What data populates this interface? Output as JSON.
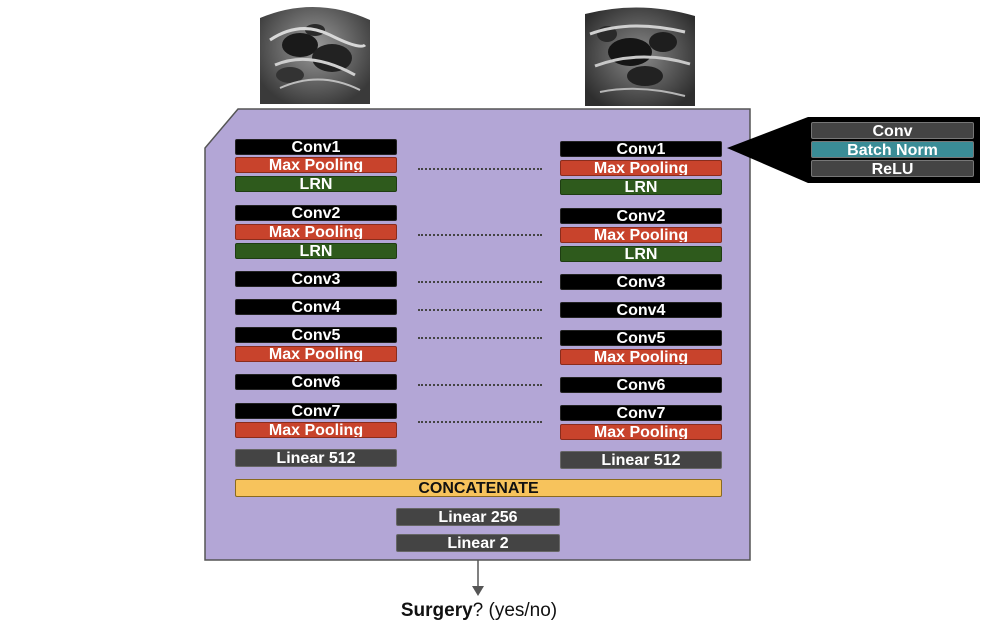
{
  "left_branch": [
    {
      "group": "block1",
      "layers": [
        "Conv1",
        "Max Pooling",
        "LRN"
      ]
    },
    {
      "group": "block2",
      "layers": [
        "Conv2",
        "Max Pooling",
        "LRN"
      ]
    },
    {
      "group": "block3",
      "layers": [
        "Conv3"
      ]
    },
    {
      "group": "block4",
      "layers": [
        "Conv4"
      ]
    },
    {
      "group": "block5",
      "layers": [
        "Conv5",
        "Max Pooling"
      ]
    },
    {
      "group": "block6",
      "layers": [
        "Conv6"
      ]
    },
    {
      "group": "block7",
      "layers": [
        "Conv7",
        "Max Pooling"
      ]
    },
    {
      "group": "fc",
      "layers": [
        "Linear 512"
      ]
    }
  ],
  "right_branch": [
    {
      "group": "block1",
      "layers": [
        "Conv1",
        "Max Pooling",
        "LRN"
      ]
    },
    {
      "group": "block2",
      "layers": [
        "Conv2",
        "Max Pooling",
        "LRN"
      ]
    },
    {
      "group": "block3",
      "layers": [
        "Conv3"
      ]
    },
    {
      "group": "block4",
      "layers": [
        "Conv4"
      ]
    },
    {
      "group": "block5",
      "layers": [
        "Conv5",
        "Max Pooling"
      ]
    },
    {
      "group": "block6",
      "layers": [
        "Conv6"
      ]
    },
    {
      "group": "block7",
      "layers": [
        "Conv7",
        "Max Pooling"
      ]
    },
    {
      "group": "fc",
      "layers": [
        "Linear 512"
      ]
    }
  ],
  "merge": {
    "concat_label": "CONCATENATE",
    "head": [
      "Linear 256",
      "Linear 2"
    ]
  },
  "callout": {
    "items": [
      "Conv",
      "Batch Norm",
      "ReLU"
    ]
  },
  "output": {
    "bold": "Surgery",
    "rest": "? (yes/no)"
  },
  "colors": {
    "panel": "#b3a6d6",
    "conv": "#000000",
    "pool": "#c8432c",
    "lrn": "#2e5a1c",
    "linear": "#444444",
    "concat": "#f7c35c",
    "batch_norm": "#3a8c96"
  }
}
